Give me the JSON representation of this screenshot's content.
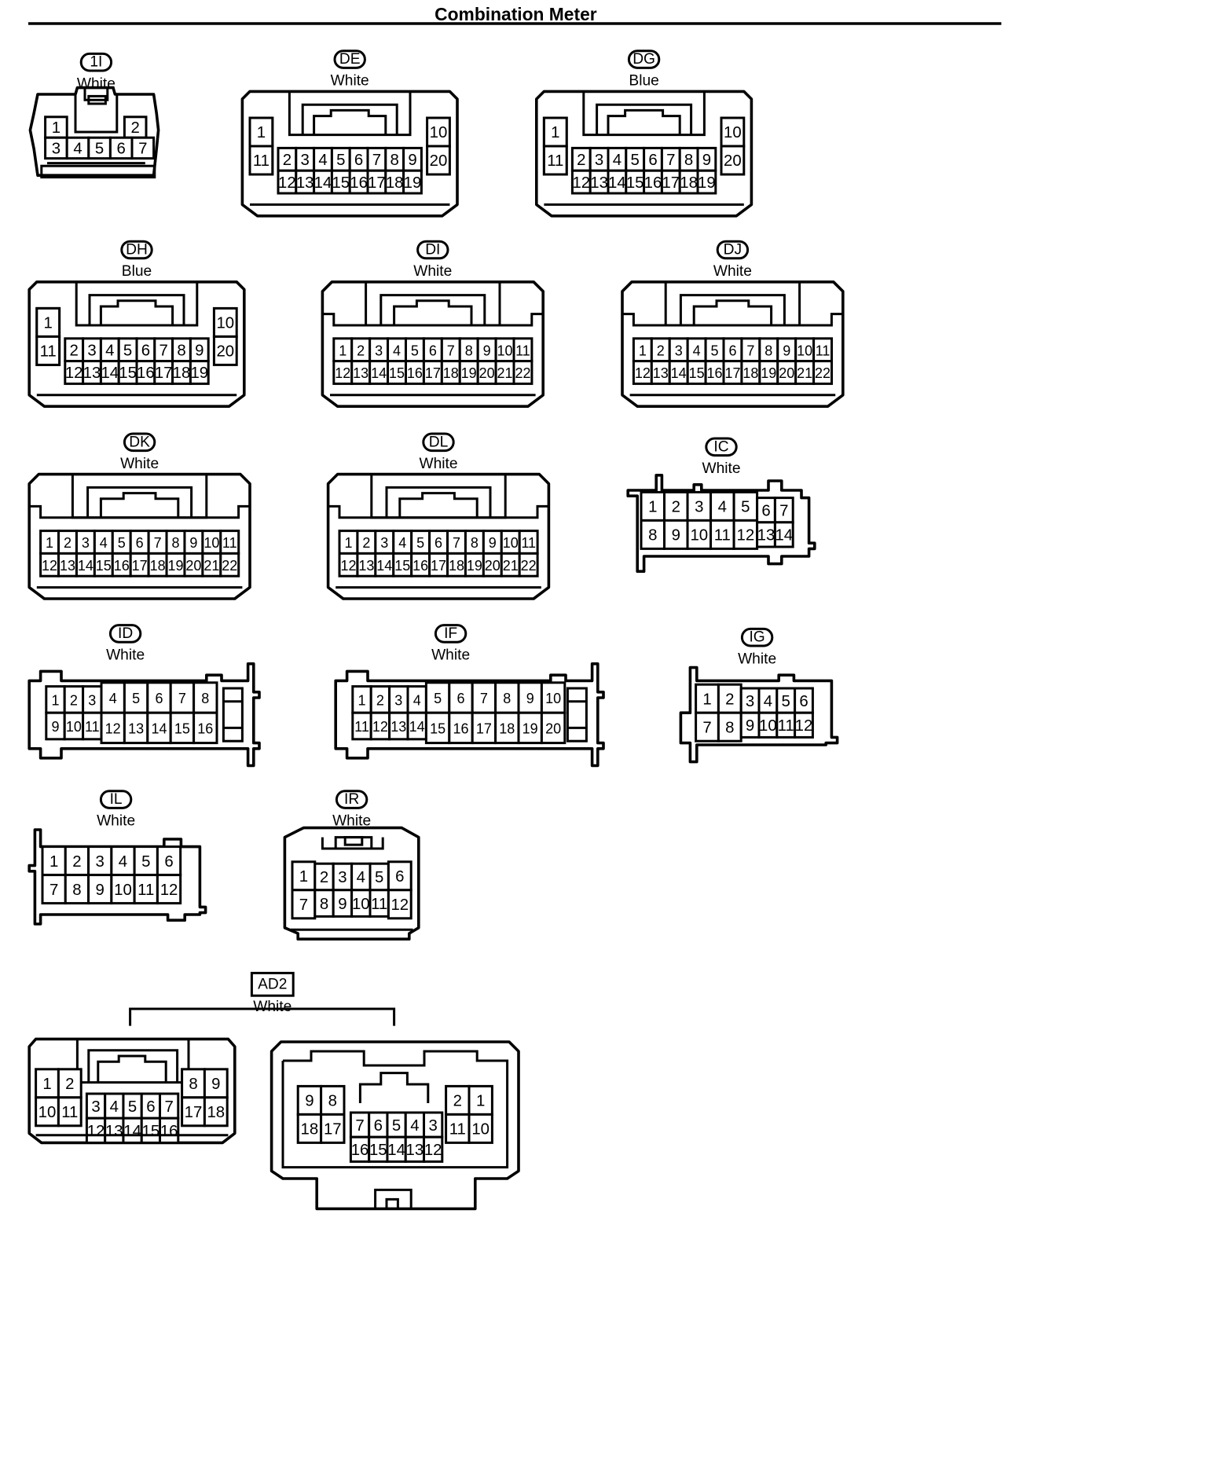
{
  "title": "Combination Meter",
  "connectors": [
    {
      "code": "1I",
      "color": "White",
      "pins": [
        "1",
        "2",
        "3",
        "4",
        "5",
        "6",
        "7"
      ]
    },
    {
      "code": "DE",
      "color": "White",
      "pins": [
        "1",
        "2",
        "3",
        "4",
        "5",
        "6",
        "7",
        "8",
        "9",
        "10",
        "11",
        "12",
        "13",
        "14",
        "15",
        "16",
        "17",
        "18",
        "19",
        "20"
      ]
    },
    {
      "code": "DG",
      "color": "Blue",
      "pins": [
        "1",
        "2",
        "3",
        "4",
        "5",
        "6",
        "7",
        "8",
        "9",
        "10",
        "11",
        "12",
        "13",
        "14",
        "15",
        "16",
        "17",
        "18",
        "19",
        "20"
      ]
    },
    {
      "code": "DH",
      "color": "Blue",
      "pins": [
        "1",
        "2",
        "3",
        "4",
        "5",
        "6",
        "7",
        "8",
        "9",
        "10",
        "11",
        "12",
        "13",
        "14",
        "15",
        "16",
        "17",
        "18",
        "19",
        "20"
      ]
    },
    {
      "code": "DI",
      "color": "White",
      "pins": [
        "1",
        "2",
        "3",
        "4",
        "5",
        "6",
        "7",
        "8",
        "9",
        "10",
        "11",
        "12",
        "13",
        "14",
        "15",
        "16",
        "17",
        "18",
        "19",
        "20",
        "21",
        "22"
      ]
    },
    {
      "code": "DJ",
      "color": "White",
      "pins": [
        "1",
        "2",
        "3",
        "4",
        "5",
        "6",
        "7",
        "8",
        "9",
        "10",
        "11",
        "12",
        "13",
        "14",
        "15",
        "16",
        "17",
        "18",
        "19",
        "20",
        "21",
        "22"
      ]
    },
    {
      "code": "DK",
      "color": "White",
      "pins": [
        "1",
        "2",
        "3",
        "4",
        "5",
        "6",
        "7",
        "8",
        "9",
        "10",
        "11",
        "12",
        "13",
        "14",
        "15",
        "16",
        "17",
        "18",
        "19",
        "20",
        "21",
        "22"
      ]
    },
    {
      "code": "DL",
      "color": "White",
      "pins": [
        "1",
        "2",
        "3",
        "4",
        "5",
        "6",
        "7",
        "8",
        "9",
        "10",
        "11",
        "12",
        "13",
        "14",
        "15",
        "16",
        "17",
        "18",
        "19",
        "20",
        "21",
        "22"
      ]
    },
    {
      "code": "IC",
      "color": "White",
      "pins": [
        "1",
        "2",
        "3",
        "4",
        "5",
        "6",
        "7",
        "8",
        "9",
        "10",
        "11",
        "12",
        "13",
        "14"
      ]
    },
    {
      "code": "ID",
      "color": "White",
      "pins": [
        "1",
        "2",
        "3",
        "4",
        "5",
        "6",
        "7",
        "8",
        "9",
        "10",
        "11",
        "12",
        "13",
        "14",
        "15",
        "16"
      ]
    },
    {
      "code": "IF",
      "color": "White",
      "pins": [
        "1",
        "2",
        "3",
        "4",
        "5",
        "6",
        "7",
        "8",
        "9",
        "10",
        "11",
        "12",
        "13",
        "14",
        "15",
        "16",
        "17",
        "18",
        "19",
        "20"
      ]
    },
    {
      "code": "IG",
      "color": "White",
      "pins": [
        "1",
        "2",
        "3",
        "4",
        "5",
        "6",
        "7",
        "8",
        "9",
        "10",
        "11",
        "12"
      ]
    },
    {
      "code": "IL",
      "color": "White",
      "pins": [
        "1",
        "2",
        "3",
        "4",
        "5",
        "6",
        "7",
        "8",
        "9",
        "10",
        "11",
        "12"
      ]
    },
    {
      "code": "IR",
      "color": "White",
      "pins": [
        "1",
        "2",
        "3",
        "4",
        "5",
        "6",
        "7",
        "8",
        "9",
        "10",
        "11",
        "12"
      ]
    },
    {
      "code": "AD2",
      "color": "White",
      "pins": [
        "1",
        "2",
        "3",
        "4",
        "5",
        "6",
        "7",
        "8",
        "9",
        "10",
        "11",
        "12",
        "13",
        "14",
        "15",
        "16",
        "17",
        "18"
      ]
    }
  ]
}
